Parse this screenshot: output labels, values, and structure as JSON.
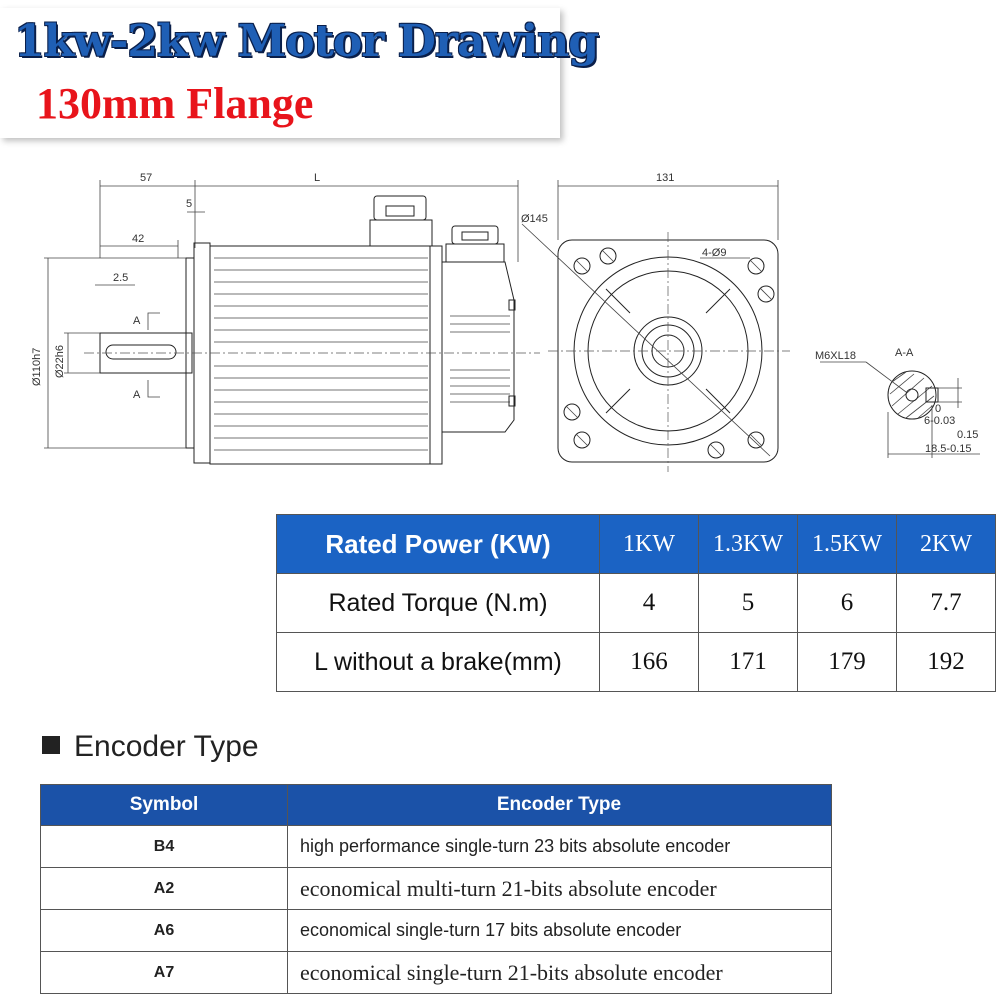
{
  "title": "1kw-2kw Motor Drawing",
  "subtitle": "130mm Flange",
  "drawing": {
    "dims": {
      "d57": "57",
      "dL": "L",
      "d5": "5",
      "d42": "42",
      "d25": "2.5",
      "dA1": "A",
      "dA2": "A",
      "d110": "Ø110h7",
      "d22": "Ø22h6",
      "d131": "131",
      "d145": "Ø145",
      "d49": "4-Ø9",
      "m6": "M6XL18",
      "aa": "A-A",
      "z0": "0",
      "d6": "6-0.03",
      "d015": "0.15",
      "d185": "18.5-0.15"
    }
  },
  "spec_table": {
    "header": [
      "Rated Power (KW)",
      "1KW",
      "1.3KW",
      "1.5KW",
      "2KW"
    ],
    "rows": [
      [
        "Rated Torque (N.m)",
        "4",
        "5",
        "6",
        "7.7"
      ],
      [
        "L without a brake(mm)",
        "166",
        "171",
        "179",
        "192"
      ]
    ]
  },
  "encoder": {
    "heading": "Encoder Type",
    "header": [
      "Symbol",
      "Encoder Type"
    ],
    "rows": [
      [
        "B4",
        "high performance single-turn 23 bits absolute encoder"
      ],
      [
        "A2",
        "economical multi-turn 21-bits absolute encoder"
      ],
      [
        "A6",
        "economical single-turn 17 bits absolute encoder"
      ],
      [
        "A7",
        "economical single-turn 21-bits absolute encoder"
      ]
    ]
  }
}
